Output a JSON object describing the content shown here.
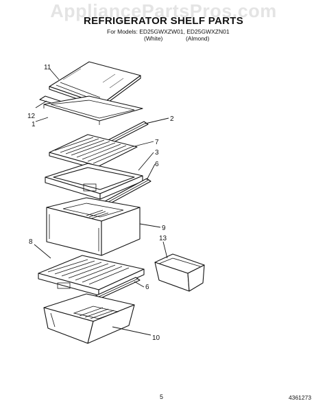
{
  "watermark": "AppliancePartsPros.com",
  "header": {
    "title": "REFRIGERATOR SHELF PARTS",
    "models_line": "For Models: ED25GWXZW01, ED25GWXZN01",
    "color_white": "(White)",
    "color_almond": "(Almond)"
  },
  "callouts": {
    "c11": "11",
    "c12": "12",
    "c1": "1",
    "c2": "2",
    "c7": "7",
    "c3": "3",
    "c6a": "6",
    "c9": "9",
    "c13": "13",
    "c8": "8",
    "c6b": "6",
    "c10": "10"
  },
  "footer": {
    "page_number": "5",
    "document_number": "4361273"
  }
}
